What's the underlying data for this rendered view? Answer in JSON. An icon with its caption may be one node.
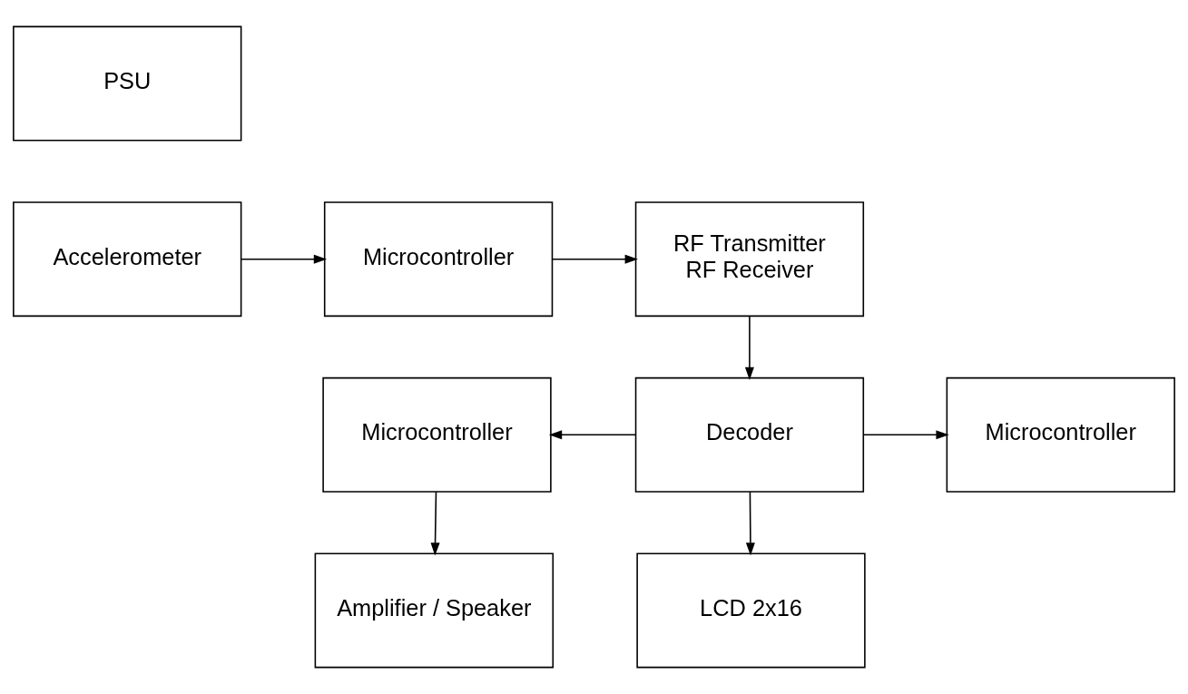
{
  "diagram": {
    "nodes": [
      {
        "text": [
          "PSU"
        ]
      },
      {
        "text": [
          "Accelerometer"
        ]
      },
      {
        "text": [
          "Microcontroller"
        ]
      },
      {
        "text": [
          "RF Transmitter",
          "RF Receiver"
        ]
      },
      {
        "text": [
          "Microcontroller"
        ]
      },
      {
        "text": [
          "Decoder"
        ]
      },
      {
        "text": [
          "Microcontroller"
        ]
      },
      {
        "text": [
          "Amplifier / Speaker"
        ]
      },
      {
        "text": [
          "LCD 2x16"
        ]
      }
    ],
    "edges": [
      {
        "from": 1,
        "to": 2,
        "arrow": "to"
      },
      {
        "from": 2,
        "to": 3,
        "arrow": "to"
      },
      {
        "from": 3,
        "to": 5,
        "arrow": "to"
      },
      {
        "from": 5,
        "to": 4,
        "arrow": "to"
      },
      {
        "from": 5,
        "to": 6,
        "arrow": "to"
      },
      {
        "from": 4,
        "to": 7,
        "arrow": "to"
      },
      {
        "from": 5,
        "to": 8,
        "arrow": "to"
      }
    ]
  }
}
